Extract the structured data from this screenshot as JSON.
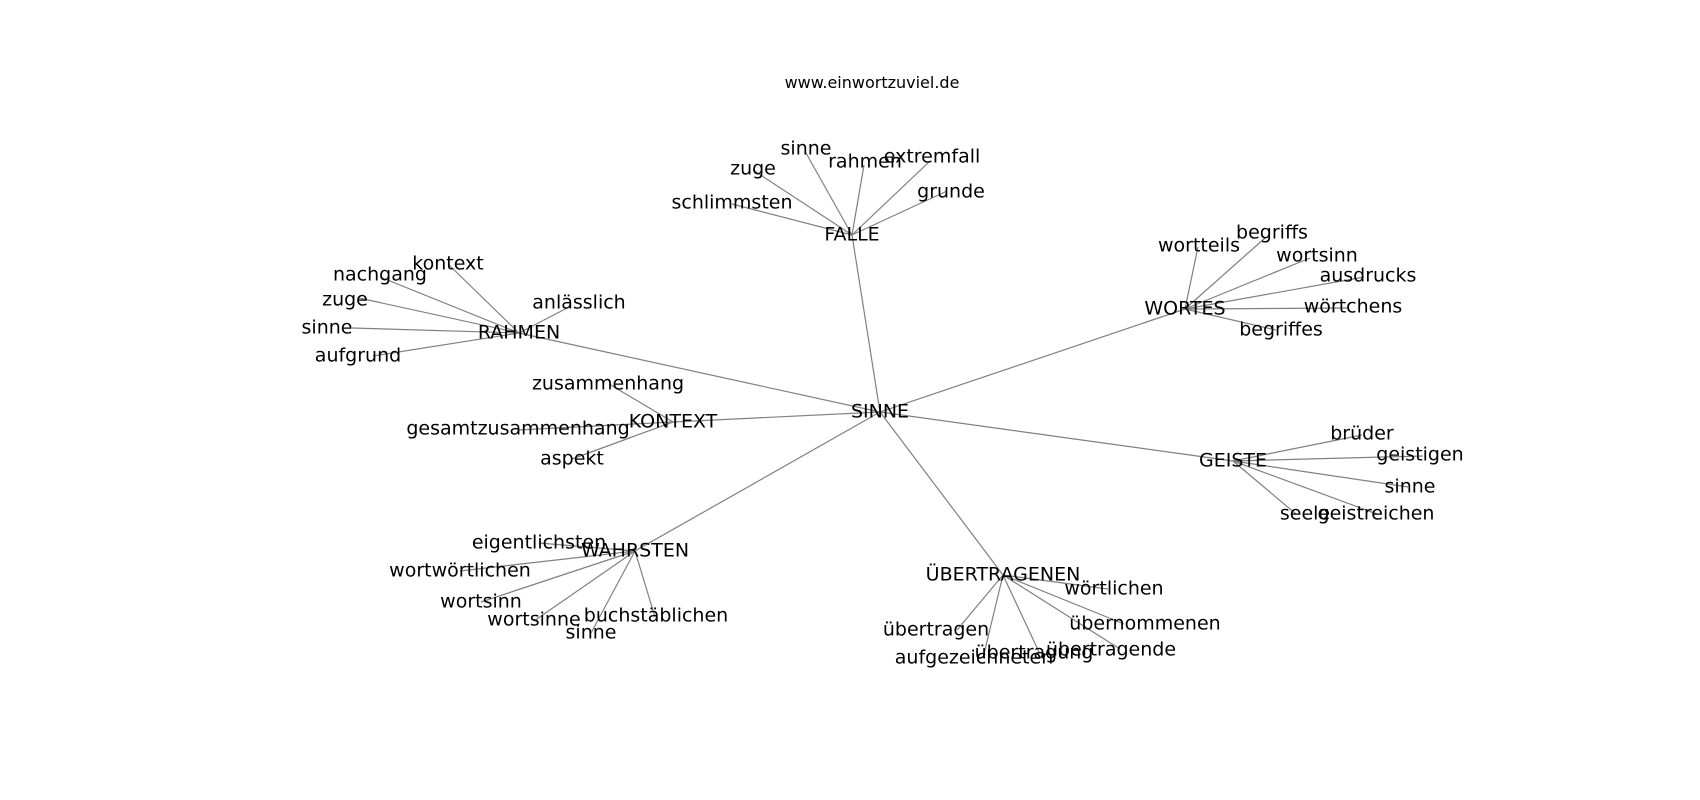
{
  "title": "www.einwortzuviel.de",
  "graph": {
    "center": "SINNE",
    "hubs": [
      {
        "id": "FALLE",
        "label": "FALLE",
        "leaves": [
          "sinne",
          "zuge",
          "rahmen",
          "extremfall",
          "schlimmsten",
          "grunde"
        ]
      },
      {
        "id": "RAHMEN",
        "label": "RAHMEN",
        "leaves": [
          "kontext",
          "nachgang",
          "zuge",
          "anlässlich",
          "sinne",
          "aufgrund"
        ]
      },
      {
        "id": "WORTES",
        "label": "WORTES",
        "leaves": [
          "wortteils",
          "begriffs",
          "wortsinn",
          "ausdrucks",
          "wörtchens",
          "begriffes"
        ]
      },
      {
        "id": "KONTEXT",
        "label": "KONTEXT",
        "leaves": [
          "zusammenhang",
          "gesamtzusammenhang",
          "aspekt"
        ]
      },
      {
        "id": "GEISTE",
        "label": "GEISTE",
        "leaves": [
          "brüder",
          "geistigen",
          "sinne",
          "seele",
          "geistreichen"
        ]
      },
      {
        "id": "WAHRSTEN",
        "label": "WAHRSTEN",
        "leaves": [
          "eigentlichsten",
          "wortwörtlichen",
          "wortsinn",
          "wortsinne",
          "buchstäblichen",
          "sinne"
        ]
      },
      {
        "id": "UEBERTRAGENEN",
        "label": "ÜBERTRAGENEN",
        "leaves": [
          "wörtlichen",
          "übertragen",
          "übernommenen",
          "übertragung",
          "übertragende",
          "aufgezeichneten"
        ]
      }
    ]
  }
}
